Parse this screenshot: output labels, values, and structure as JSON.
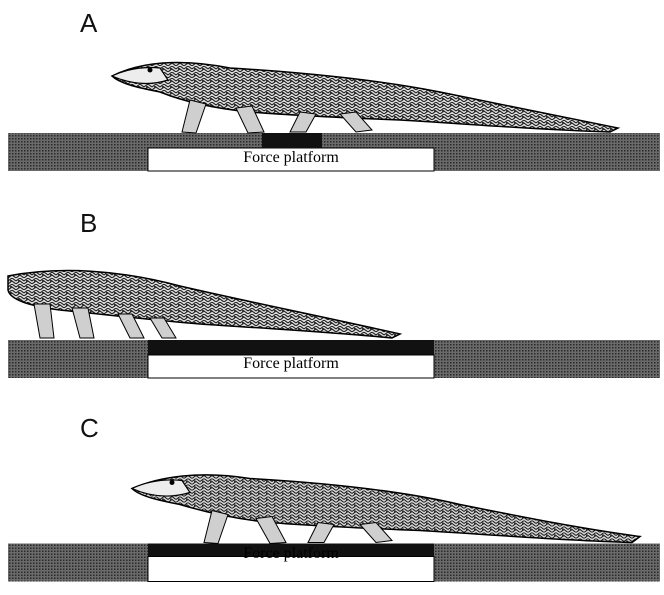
{
  "panels": [
    {
      "letter": "A",
      "platform_label": "Force platform"
    },
    {
      "letter": "B",
      "platform_label": "Force platform"
    },
    {
      "letter": "C",
      "platform_label": "Force platform"
    }
  ]
}
